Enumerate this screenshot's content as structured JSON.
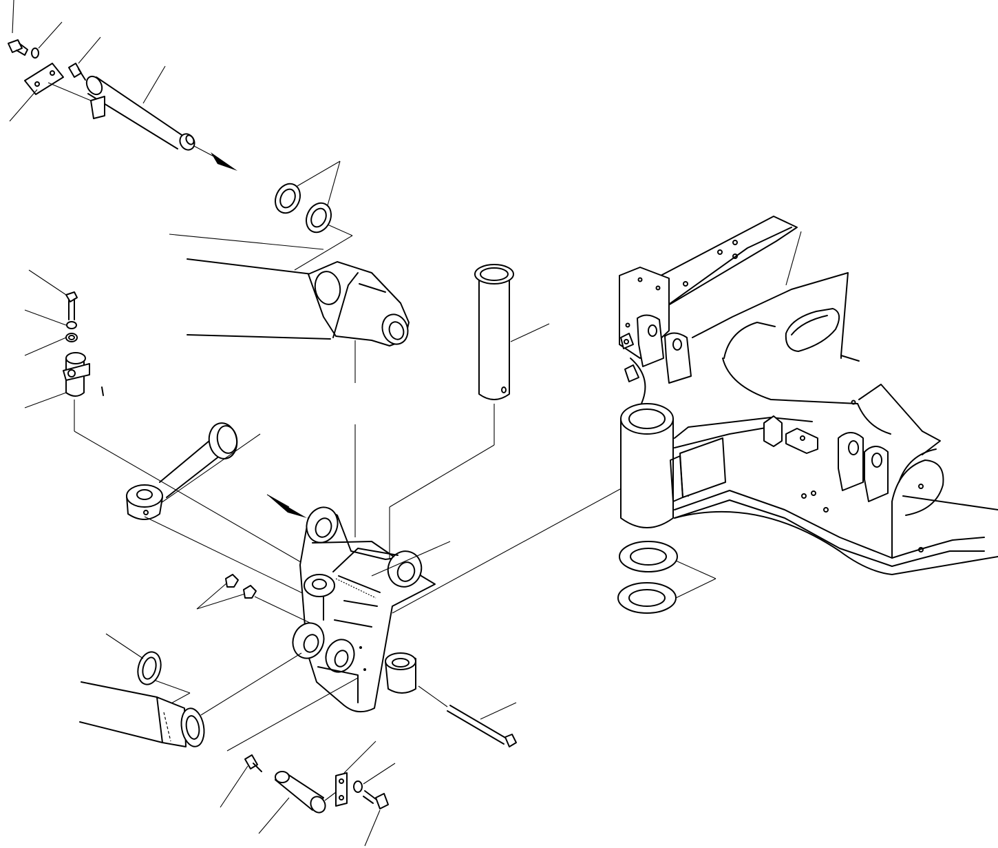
{
  "figure": {
    "domain": "exploded-parts-diagram",
    "background_color": "#ffffff",
    "line_color": "#000000",
    "printed_text": []
  },
  "parts": [
    {
      "name": "pin-upper"
    },
    {
      "name": "lock-plate-upper"
    },
    {
      "name": "bolt-upper"
    },
    {
      "name": "washer-upper"
    },
    {
      "name": "grease-fitting-upper"
    },
    {
      "name": "shims-upper"
    },
    {
      "name": "boom"
    },
    {
      "name": "swing-pin"
    },
    {
      "name": "swing-bracket"
    },
    {
      "name": "swing-cylinder"
    },
    {
      "name": "lock-pin-assembly"
    },
    {
      "name": "nuts"
    },
    {
      "name": "shim-lower"
    },
    {
      "name": "lower-cylinder"
    },
    {
      "name": "pin-lower"
    },
    {
      "name": "lock-plate-lower"
    },
    {
      "name": "bolt-lower"
    },
    {
      "name": "washer-lower"
    },
    {
      "name": "grease-fitting-lower"
    },
    {
      "name": "long-bolt"
    },
    {
      "name": "revolving-frame"
    },
    {
      "name": "thrust-shims"
    }
  ]
}
